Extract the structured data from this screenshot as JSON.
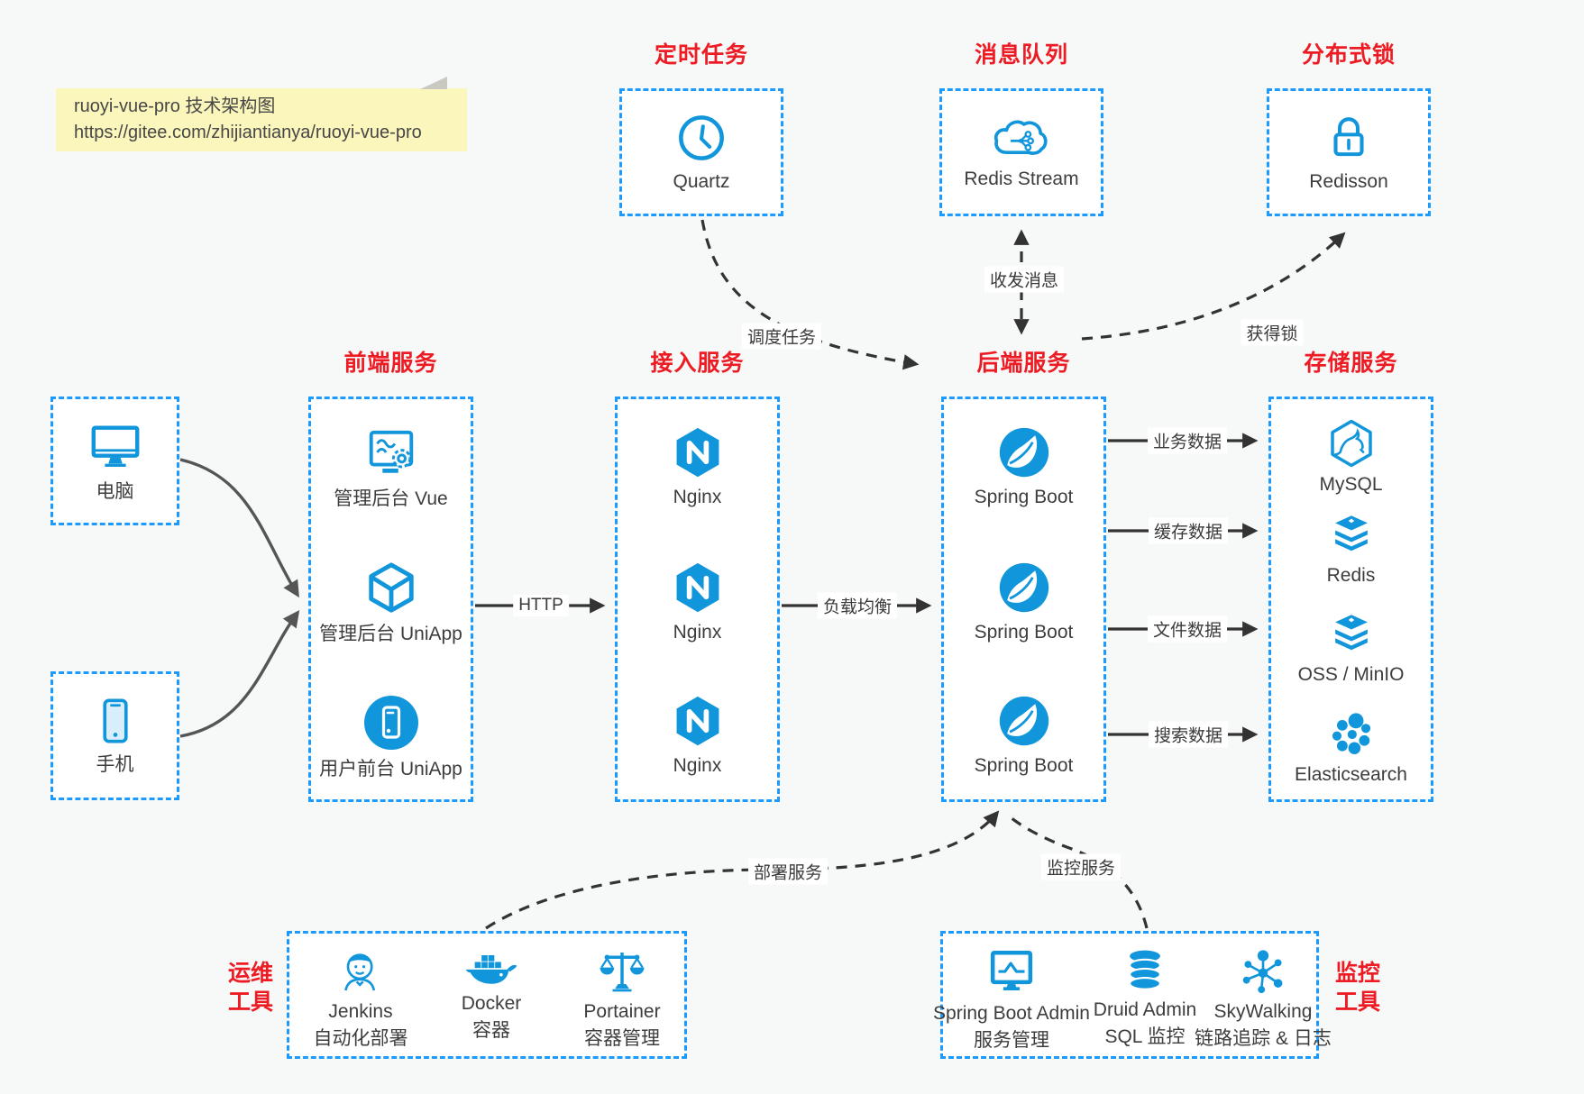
{
  "note": {
    "line1": "ruoyi-vue-pro 技术架构图",
    "line2": "https://gitee.com/zhijiantianya/ruoyi-vue-pro"
  },
  "colors": {
    "accent": "#1296db",
    "border": "#1b9aff",
    "red": "#ed1c24",
    "arrow_dark": "#333333",
    "arrow_gray": "#555555",
    "note_bg": "#fbf6bb"
  },
  "top_groups": [
    {
      "title": "定时任务",
      "item": {
        "label": "Quartz",
        "icon": "clock-icon"
      }
    },
    {
      "title": "消息队列",
      "item": {
        "label": "Redis Stream",
        "icon": "cloud-stream-icon"
      }
    },
    {
      "title": "分布式锁",
      "item": {
        "label": "Redisson",
        "icon": "lock-icon"
      }
    }
  ],
  "clients": [
    {
      "label": "电脑",
      "icon": "desktop-icon"
    },
    {
      "label": "手机",
      "icon": "phone-icon"
    }
  ],
  "columns": [
    {
      "title": "前端服务",
      "items": [
        {
          "label": "管理后台 Vue",
          "icon": "admin-vue-icon"
        },
        {
          "label": "管理后台 UniApp",
          "icon": "uniapp-cube-icon"
        },
        {
          "label": "用户前台 UniApp",
          "icon": "user-uniapp-icon"
        }
      ]
    },
    {
      "title": "接入服务",
      "items": [
        {
          "label": "Nginx",
          "icon": "nginx-icon"
        },
        {
          "label": "Nginx",
          "icon": "nginx-icon"
        },
        {
          "label": "Nginx",
          "icon": "nginx-icon"
        }
      ]
    },
    {
      "title": "后端服务",
      "items": [
        {
          "label": "Spring Boot",
          "icon": "spring-icon"
        },
        {
          "label": "Spring Boot",
          "icon": "spring-icon"
        },
        {
          "label": "Spring Boot",
          "icon": "spring-icon"
        }
      ]
    },
    {
      "title": "存储服务",
      "items": [
        {
          "label": "MySQL",
          "icon": "mysql-icon"
        },
        {
          "label": "Redis",
          "icon": "redis-stack-icon"
        },
        {
          "label": "OSS / MinIO",
          "icon": "oss-minio-icon"
        },
        {
          "label": "Elasticsearch",
          "icon": "elasticsearch-icon"
        }
      ]
    }
  ],
  "bottom_groups": [
    {
      "title_lines": [
        "运维",
        "工具"
      ],
      "items": [
        {
          "line1": "Jenkins",
          "line2": "自动化部署",
          "icon": "jenkins-icon"
        },
        {
          "line1": "Docker",
          "line2": "容器",
          "icon": "docker-icon"
        },
        {
          "line1": "Portainer",
          "line2": "容器管理",
          "icon": "portainer-icon"
        }
      ]
    },
    {
      "title_lines": [
        "监控",
        "工具"
      ],
      "items": [
        {
          "line1": "Spring Boot Admin",
          "line2": "服务管理",
          "icon": "spring-boot-admin-icon"
        },
        {
          "line1": "Druid Admin",
          "line2": "SQL 监控",
          "icon": "druid-icon"
        },
        {
          "line1": "SkyWalking",
          "line2": "链路追踪 & 日志",
          "icon": "skywalking-icon"
        }
      ]
    }
  ],
  "edges": {
    "http": "HTTP",
    "load_balance": "负载均衡",
    "schedule": "调度任务",
    "message": "收发消息",
    "lock": "获得锁",
    "business": "业务数据",
    "cache": "缓存数据",
    "file": "文件数据",
    "search": "搜索数据",
    "deploy": "部署服务",
    "monitor": "监控服务"
  }
}
